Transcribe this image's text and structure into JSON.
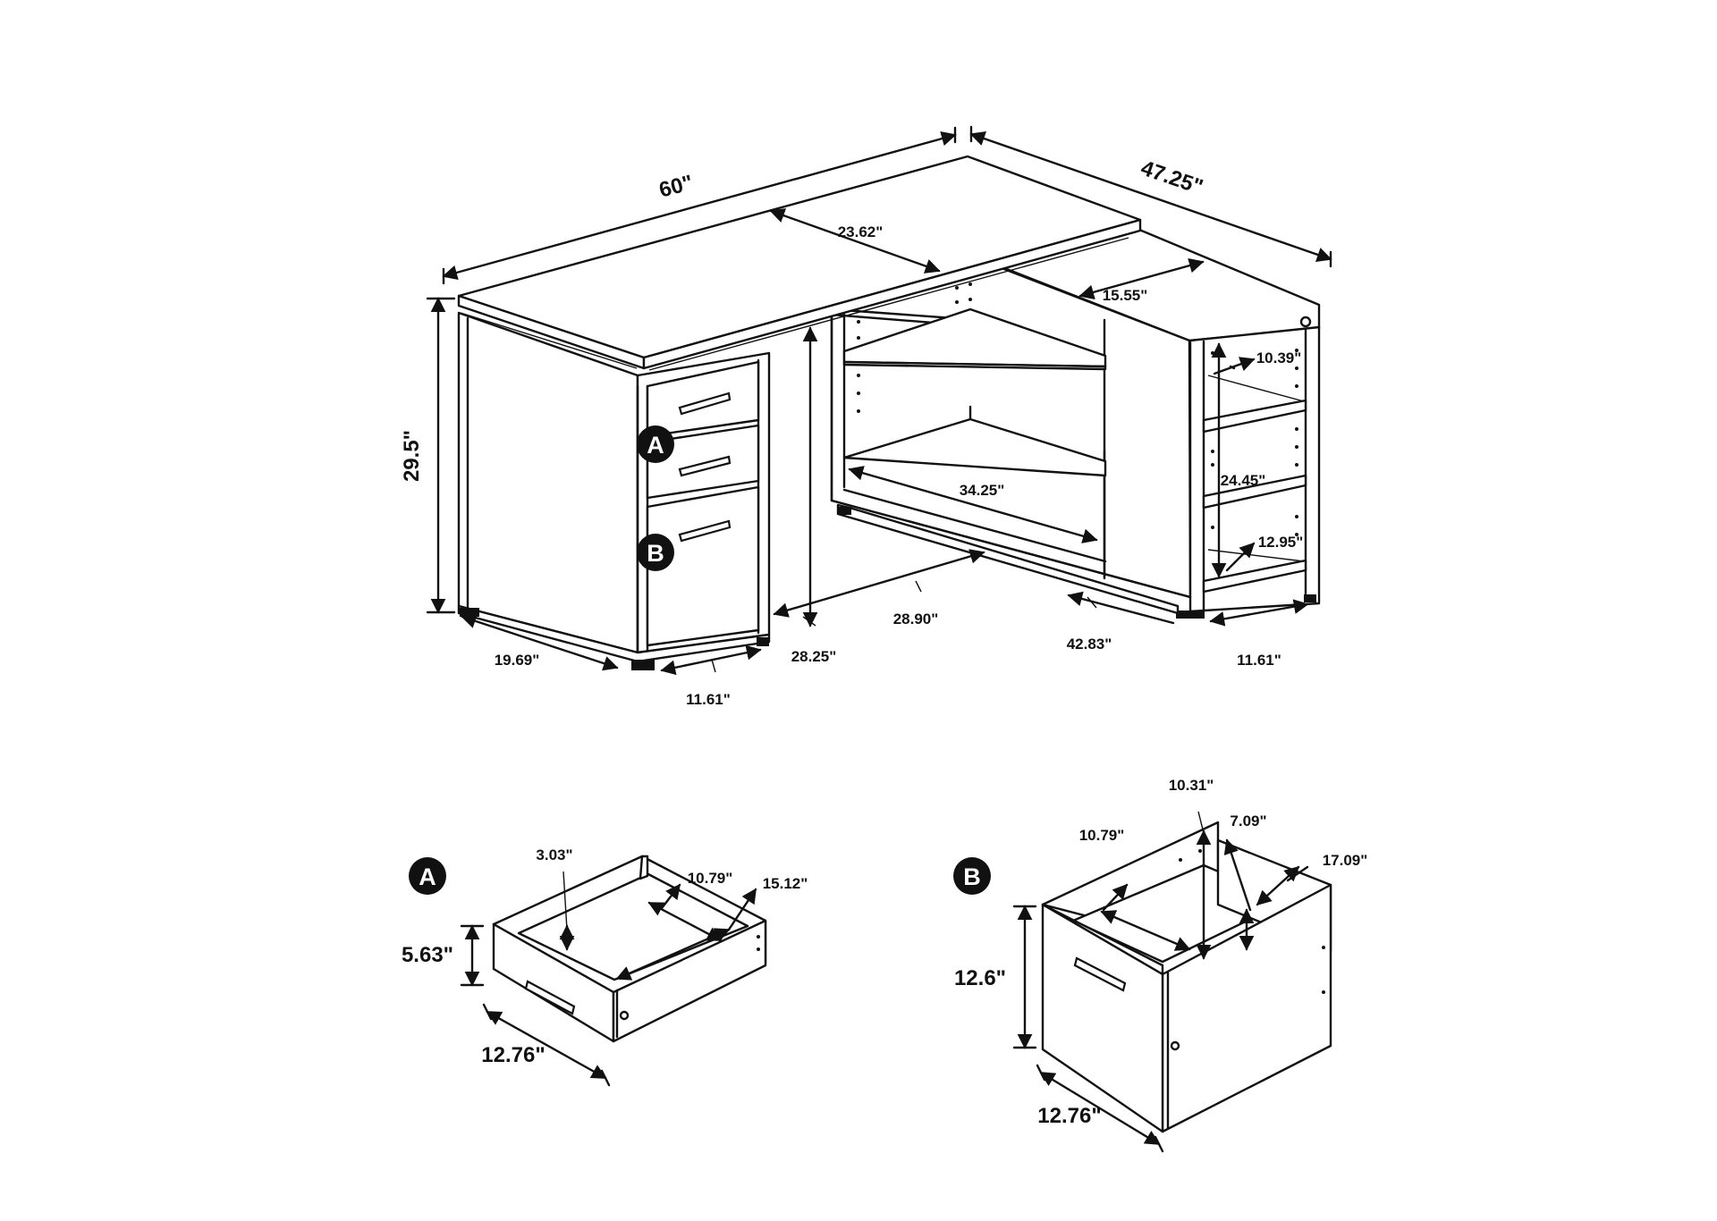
{
  "badges": {
    "a": "A",
    "b": "B"
  },
  "desk": {
    "width": "60\"",
    "return_length": "47.25\"",
    "top_depth": "23.62\"",
    "return_depth": "15.55\"",
    "height": "29.5\"",
    "shelf_depth_top": "10.39\"",
    "shelf_spacing": "24.45\"",
    "shelf_depth_bottom": "12.95\"",
    "open_shelf_width": "34.25\"",
    "knee_depth": "28.90\"",
    "knee_height": "28.25\"",
    "return_base_length": "42.83\"",
    "return_base_width": "11.61\"",
    "pedestal_depth": "19.69\"",
    "pedestal_width": "11.61\""
  },
  "drawer_a": {
    "inner_height": "3.03\"",
    "inner_width": "10.79\"",
    "inner_depth": "15.12\"",
    "front_height": "5.63\"",
    "front_width": "12.76\""
  },
  "drawer_b": {
    "inner_height": "10.31\"",
    "inner_width": "10.79\"",
    "side_height": "7.09\"",
    "inner_depth": "17.09\"",
    "front_height": "12.6\"",
    "front_width": "12.76\""
  },
  "colors": {
    "ink": "#111111",
    "paper": "#ffffff"
  }
}
